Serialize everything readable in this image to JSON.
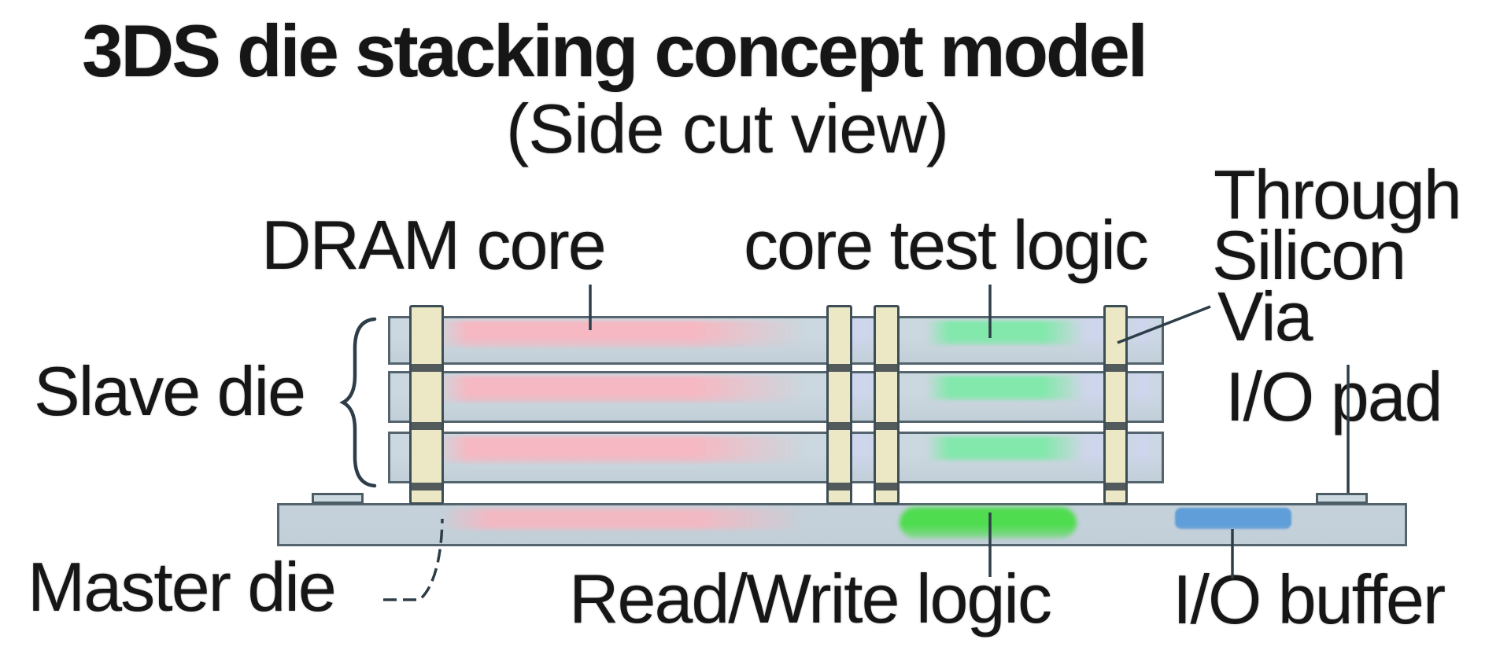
{
  "title": "3DS die stacking concept model",
  "subtitle": "(Side cut view)",
  "labels": {
    "dram_core": "DRAM core",
    "core_test_logic": "core test logic",
    "through": "Through",
    "silicon": "Silicon",
    "via": "Via",
    "io_pad": "I/O pad",
    "slave_die": "Slave die",
    "master_die": "Master die",
    "read_write_logic": "Read/Write logic",
    "io_buffer": "I/O buffer"
  },
  "structure": {
    "slave_dies": 3,
    "master_dies": 1,
    "tsv_columns": 4,
    "bond_pads": 2
  },
  "colors": {
    "die_body": "#cbd8df",
    "die_border": "#54646e",
    "dram_core_pink": "#f6b8c2",
    "core_test_logic_green": "#82e8ab",
    "read_write_logic_green": "#4fdc4f",
    "io_buffer_blue": "#5f9ed8",
    "tsv_fill": "#ece7c5",
    "tsv_border": "#3e4e57",
    "text": "#161616",
    "background": "#ffffff"
  }
}
